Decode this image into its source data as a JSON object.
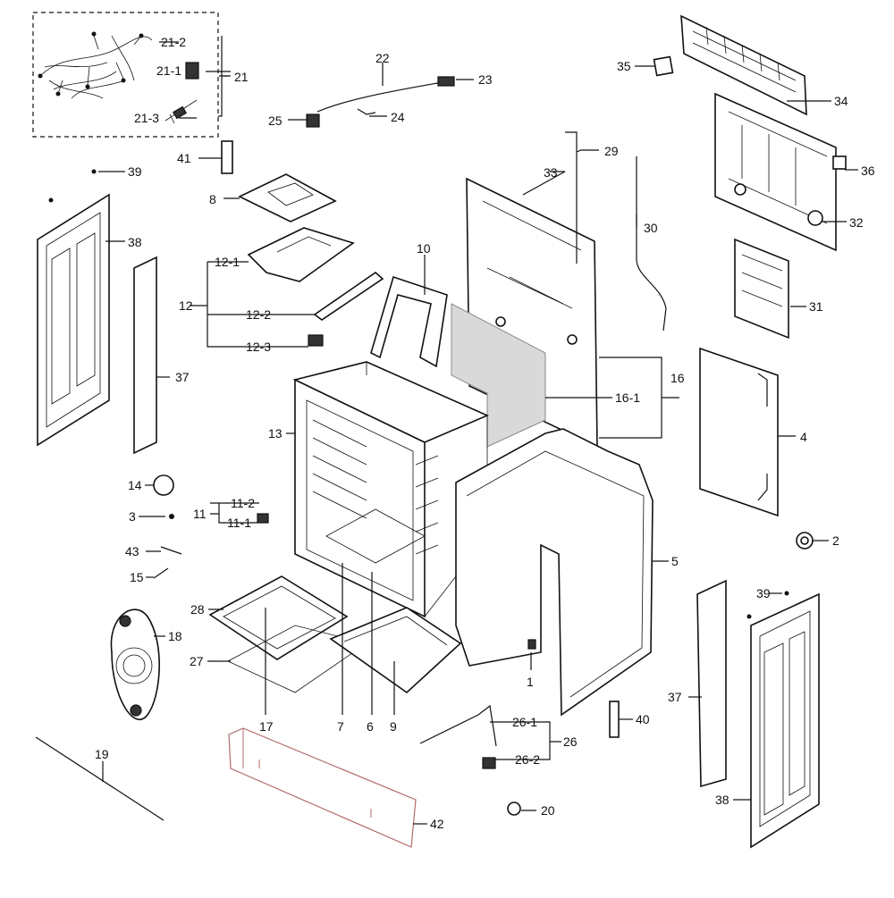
{
  "labels": {
    "l21_2": "21-2",
    "l21_1": "21-1",
    "l21": "21",
    "l21_3": "21-3",
    "l22": "22",
    "l23": "23",
    "l24": "24",
    "l25": "25",
    "l35": "35",
    "l34": "34",
    "l36": "36",
    "l32": "32",
    "l31": "31",
    "l39a": "39",
    "l41": "41",
    "l8": "8",
    "l38a": "38",
    "l12_1": "12-1",
    "l12": "12",
    "l12_2": "12-2",
    "l12_3": "12-3",
    "l10": "10",
    "l33": "33",
    "l29": "29",
    "l30": "30",
    "l16": "16",
    "l16_1": "16-1",
    "l37a": "37",
    "l13": "13",
    "l4": "4",
    "l14": "14",
    "l11_2": "11-2",
    "l11": "11",
    "l11_1": "11-1",
    "l3": "3",
    "l43": "43",
    "l15": "15",
    "l2": "2",
    "l5": "5",
    "l28": "28",
    "l18": "18",
    "l27": "27",
    "l39b": "39",
    "l1": "1",
    "l37b": "37",
    "l40": "40",
    "l17": "17",
    "l7": "7",
    "l6": "6",
    "l9": "9",
    "l26_1": "26-1",
    "l26": "26",
    "l26_2": "26-2",
    "l19": "19",
    "l38b": "38",
    "l20": "20",
    "l42": "42"
  }
}
